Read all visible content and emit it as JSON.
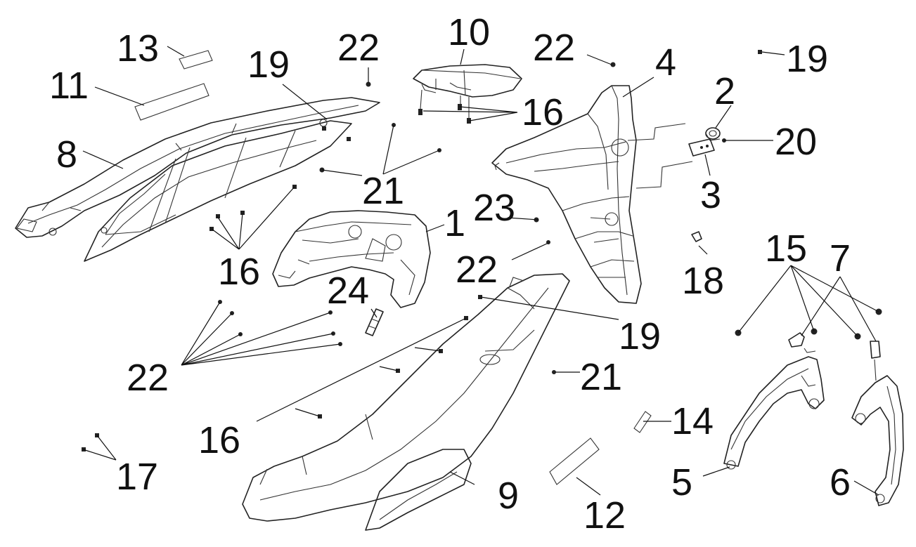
{
  "labels": [
    {
      "id": "c1",
      "text": "1"
    },
    {
      "id": "c2",
      "text": "2"
    },
    {
      "id": "c3",
      "text": "3"
    },
    {
      "id": "c4",
      "text": "4"
    },
    {
      "id": "c5",
      "text": "5"
    },
    {
      "id": "c6",
      "text": "6"
    },
    {
      "id": "c7",
      "text": "7"
    },
    {
      "id": "c8",
      "text": "8"
    },
    {
      "id": "c9",
      "text": "9"
    },
    {
      "id": "c10",
      "text": "10"
    },
    {
      "id": "c11",
      "text": "11"
    },
    {
      "id": "c12",
      "text": "12"
    },
    {
      "id": "c13",
      "text": "13"
    },
    {
      "id": "c14",
      "text": "14"
    },
    {
      "id": "c15",
      "text": "15"
    },
    {
      "id": "c16a",
      "text": "16"
    },
    {
      "id": "c16b",
      "text": "16"
    },
    {
      "id": "c16c",
      "text": "16"
    },
    {
      "id": "c17",
      "text": "17"
    },
    {
      "id": "c18",
      "text": "18"
    },
    {
      "id": "c19a",
      "text": "19"
    },
    {
      "id": "c19b",
      "text": "19"
    },
    {
      "id": "c19c",
      "text": "19"
    },
    {
      "id": "c20",
      "text": "20"
    },
    {
      "id": "c21a",
      "text": "21"
    },
    {
      "id": "c21b",
      "text": "21"
    },
    {
      "id": "c22a",
      "text": "22"
    },
    {
      "id": "c22b",
      "text": "22"
    },
    {
      "id": "c22c",
      "text": "22"
    },
    {
      "id": "c22d",
      "text": "22"
    },
    {
      "id": "c23",
      "text": "23"
    },
    {
      "id": "c24",
      "text": "24"
    }
  ]
}
